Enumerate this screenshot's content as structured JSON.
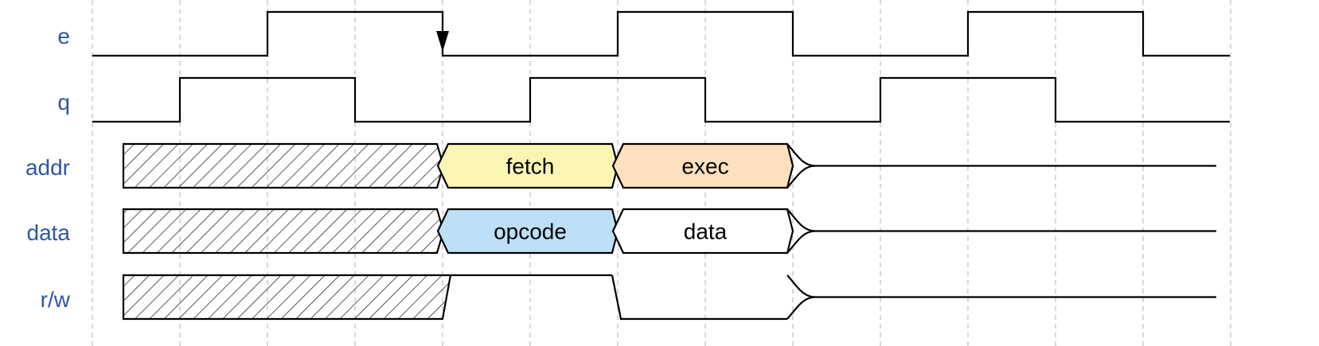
{
  "colors": {
    "label": "#2f55a4",
    "line": "#000000",
    "grid": "#b0b0b0",
    "fetch": "#fbf5b4",
    "exec": "#fde0bd",
    "opcode": "#bde0f7",
    "data": "#ffffff"
  },
  "time_units": 13,
  "signals": [
    {
      "id": "e",
      "label": "e",
      "kind": "clock",
      "levels": [
        0,
        0,
        1,
        1,
        0,
        0,
        1,
        1,
        0,
        0,
        1,
        1,
        0,
        0
      ],
      "arrow_at": 4
    },
    {
      "id": "q",
      "label": "q",
      "kind": "clock",
      "levels": [
        0,
        1,
        1,
        0,
        0,
        1,
        1,
        0,
        0,
        1,
        1,
        0,
        0,
        0
      ]
    },
    {
      "id": "addr",
      "label": "addr",
      "kind": "bus",
      "segments": [
        {
          "type": "hatch",
          "from": 0,
          "to": 4
        },
        {
          "type": "data",
          "from": 4,
          "to": 6,
          "text": "fetch",
          "color_key": "fetch"
        },
        {
          "type": "data",
          "from": 6,
          "to": 8,
          "text": "exec",
          "color_key": "exec"
        },
        {
          "type": "hiz",
          "from": 8,
          "to": 13
        }
      ]
    },
    {
      "id": "data",
      "label": "data",
      "kind": "bus",
      "segments": [
        {
          "type": "hatch",
          "from": 0,
          "to": 4
        },
        {
          "type": "data",
          "from": 4,
          "to": 6,
          "text": "opcode",
          "color_key": "opcode"
        },
        {
          "type": "data",
          "from": 6,
          "to": 8,
          "text": "data",
          "color_key": "data"
        },
        {
          "type": "hiz",
          "from": 8,
          "to": 13
        }
      ]
    },
    {
      "id": "rw",
      "label": "r/w",
      "kind": "bus",
      "segments": [
        {
          "type": "hatch",
          "from": 0,
          "to": 4
        },
        {
          "type": "high",
          "from": 4,
          "to": 6
        },
        {
          "type": "low",
          "from": 6,
          "to": 8
        },
        {
          "type": "hiz",
          "from": 8,
          "to": 13
        }
      ]
    }
  ]
}
